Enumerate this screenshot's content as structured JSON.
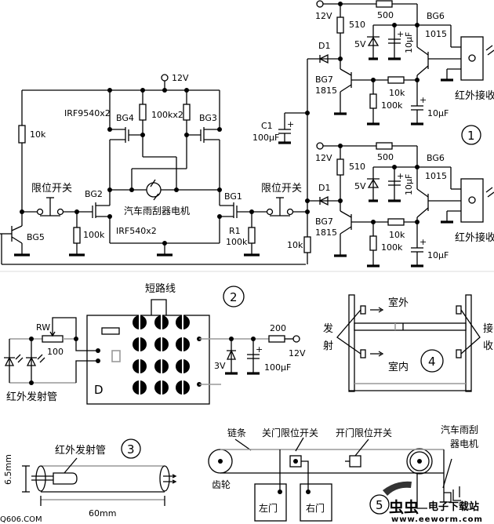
{
  "circuit1": {
    "supply": "12V",
    "bridge_resistors": "100kx2",
    "p_mosfets": "IRF9540x2",
    "n_mosfets": "IRF540x2",
    "motor_label": "汽车雨刮器电机",
    "bg1": "BG1",
    "bg2": "BG2",
    "bg3": "BG3",
    "bg4": "BG4",
    "bg5": "BG5",
    "r_bg5": "10k",
    "r_bg2": "100k",
    "r1_name": "R1",
    "r1_value": "100k",
    "r_diode": "10k",
    "limit_switch_left": "限位开关",
    "limit_switch_right": "限位开关",
    "c1_name": "C1",
    "c1_value": "100μF",
    "receivers": [
      {
        "supply": "12V",
        "r510": "510",
        "r500": "500",
        "zener": "5V",
        "cap_zener": "10μF",
        "bg6": "BG6",
        "bg6_type": "1015",
        "d1": "D1",
        "bg7": "BG7",
        "bg7_type": "1815",
        "r10k": "10k",
        "r100k": "100k",
        "cap_out": "10μF",
        "receiver_label": "红外接收"
      },
      {
        "supply": "12V",
        "r510": "510",
        "r500": "500",
        "zener": "5V",
        "cap_zener": "10μF",
        "bg6": "BG6",
        "bg6_type": "1015",
        "d1": "D1",
        "bg7": "BG7",
        "bg7_type": "1815",
        "r10k": "10k",
        "r100k": "100k",
        "cap_out": "10μF",
        "receiver_label": "红外接收"
      }
    ],
    "number": "1"
  },
  "circuit2": {
    "jumper_label": "短路线",
    "number": "2",
    "rw_name": "RW",
    "rw_value": "100",
    "ir_tube_label": "红外发射管",
    "ic_mark": "D",
    "r200": "200",
    "supply": "12V",
    "zener": "3V",
    "cap": "100μF"
  },
  "figure3": {
    "number": "3",
    "tube_label": "红外发射管",
    "diameter": "6.5mm",
    "length": "60mm"
  },
  "figure4": {
    "number": "4",
    "outdoor": "室外",
    "indoor": "室内",
    "emit_1": "发",
    "emit_2": "射",
    "recv_1": "接",
    "recv_2": "收"
  },
  "figure5": {
    "number": "5",
    "chain": "链条",
    "close_switch": "关门限位开关",
    "open_switch": "开门限位开关",
    "motor_1": "汽车雨刮",
    "motor_2": "器电机",
    "gear": "齿轮",
    "left_door": "左门",
    "right_door": "右门"
  },
  "watermarks": {
    "left": "Q606.COM",
    "brand_cn": "电子下载站",
    "brand_url": "www.eeworm.com",
    "brand_logo": "虫虫"
  }
}
